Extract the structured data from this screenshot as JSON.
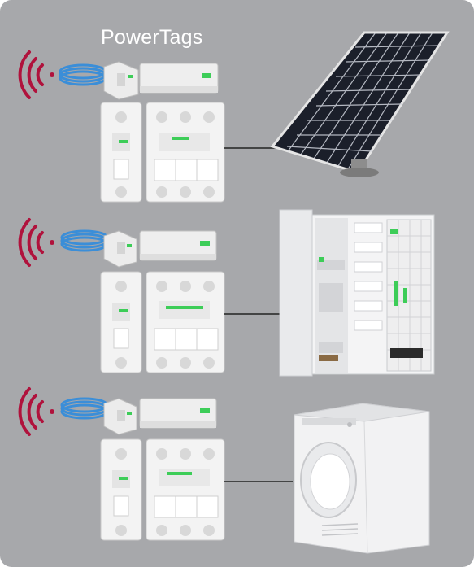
{
  "title": "PowerTags",
  "brand": {
    "green": "#3dcd58",
    "wifi_red": "#b0123c",
    "cable_blue": "#3b8ed8"
  },
  "rows": [
    {
      "device": "solar-panel"
    },
    {
      "device": "electrical-cabinet"
    },
    {
      "device": "tumble-dryer"
    }
  ]
}
